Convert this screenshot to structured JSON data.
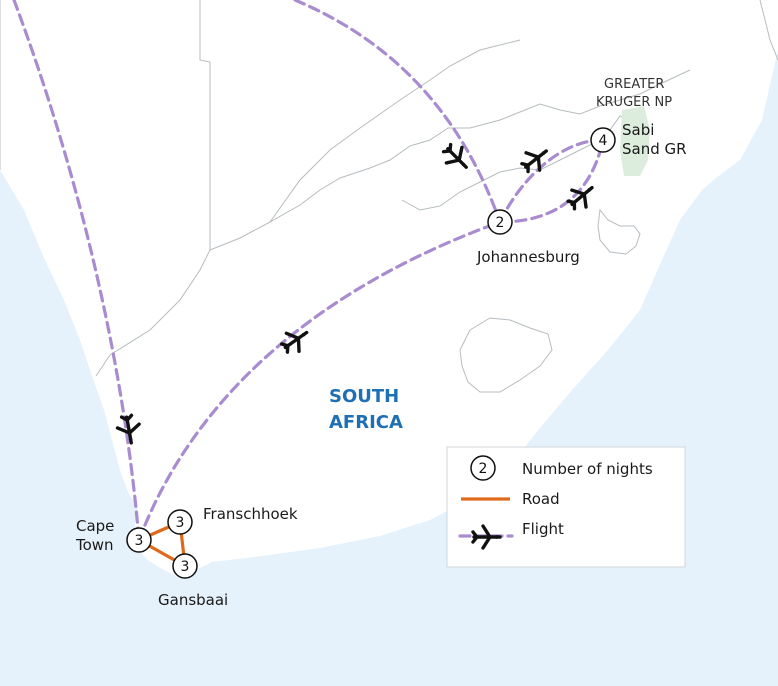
{
  "colors": {
    "sea": "#e6f2fb",
    "land": "#ffffff",
    "border": "#b6bcc0",
    "park": "#dcecdd",
    "flight": "#a98ccf",
    "road": "#e06a1c",
    "country_label": "#1f6fb5"
  },
  "country_label": {
    "line1": "SOUTH",
    "line2": "AFRICA"
  },
  "park_label": {
    "line1": "GREATER",
    "line2": "KRUGER NP"
  },
  "places": {
    "cape_town": {
      "line1": "Cape",
      "line2": "Town",
      "nights": "3"
    },
    "franschhoek": {
      "name": "Franschhoek",
      "nights": "3"
    },
    "gansbaai": {
      "name": "Gansbaai",
      "nights": "3"
    },
    "johannesburg": {
      "name": "Johannesburg",
      "nights": "2"
    },
    "sabi_sand": {
      "line1": "Sabi",
      "line2": "Sand GR",
      "nights": "4"
    }
  },
  "legend": {
    "nights_symbol": "2",
    "nights_label": "Number of nights",
    "road_label": "Road",
    "flight_label": "Flight"
  },
  "icons": [
    "airplane-icon",
    "night-count-marker"
  ]
}
